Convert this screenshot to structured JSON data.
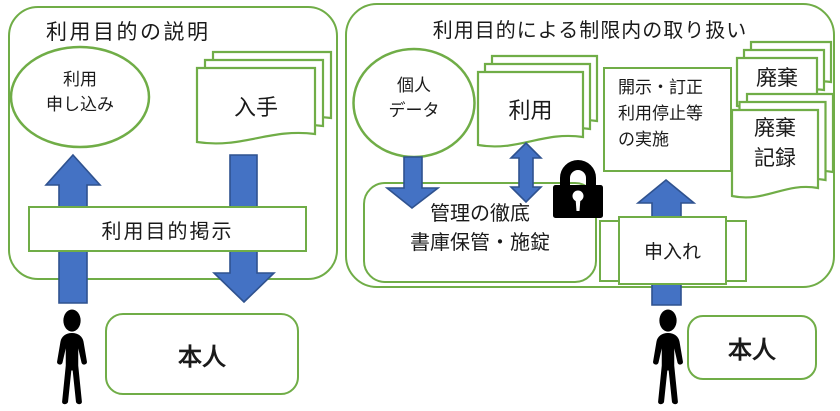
{
  "colors": {
    "shape_border_green": "#70AD47",
    "arrow_blue": "#4472C4",
    "arrow_border_blue": "#2F528F",
    "lock_black": "#000000",
    "text": "#1a1a1a"
  },
  "left_panel": {
    "title": "利用目的の説明",
    "application_ellipse": {
      "line1": "利用",
      "line2": "申し込み"
    },
    "obtain_document": {
      "label": "入手"
    },
    "purpose_banner": {
      "label": "利用目的掲示"
    },
    "principal_box": {
      "label": "本人"
    }
  },
  "right_panel": {
    "title": "利用目的による制限内の取り扱い",
    "personal_data_ellipse": {
      "line1": "個人",
      "line2": "データ"
    },
    "use_document": {
      "label": "利用"
    },
    "disclosure_box": {
      "line1": "開示・訂正",
      "line2": "利用停止等",
      "line3": "の実施"
    },
    "disposal_document": {
      "label": "廃棄"
    },
    "disposal_record_document": {
      "line1": "廃棄",
      "line2": "記録"
    },
    "management_box": {
      "line1": "管理の徹底",
      "line2": "書庫保管・施錠"
    },
    "request_box": {
      "label": "申入れ"
    },
    "principal_box": {
      "label": "本人"
    }
  }
}
